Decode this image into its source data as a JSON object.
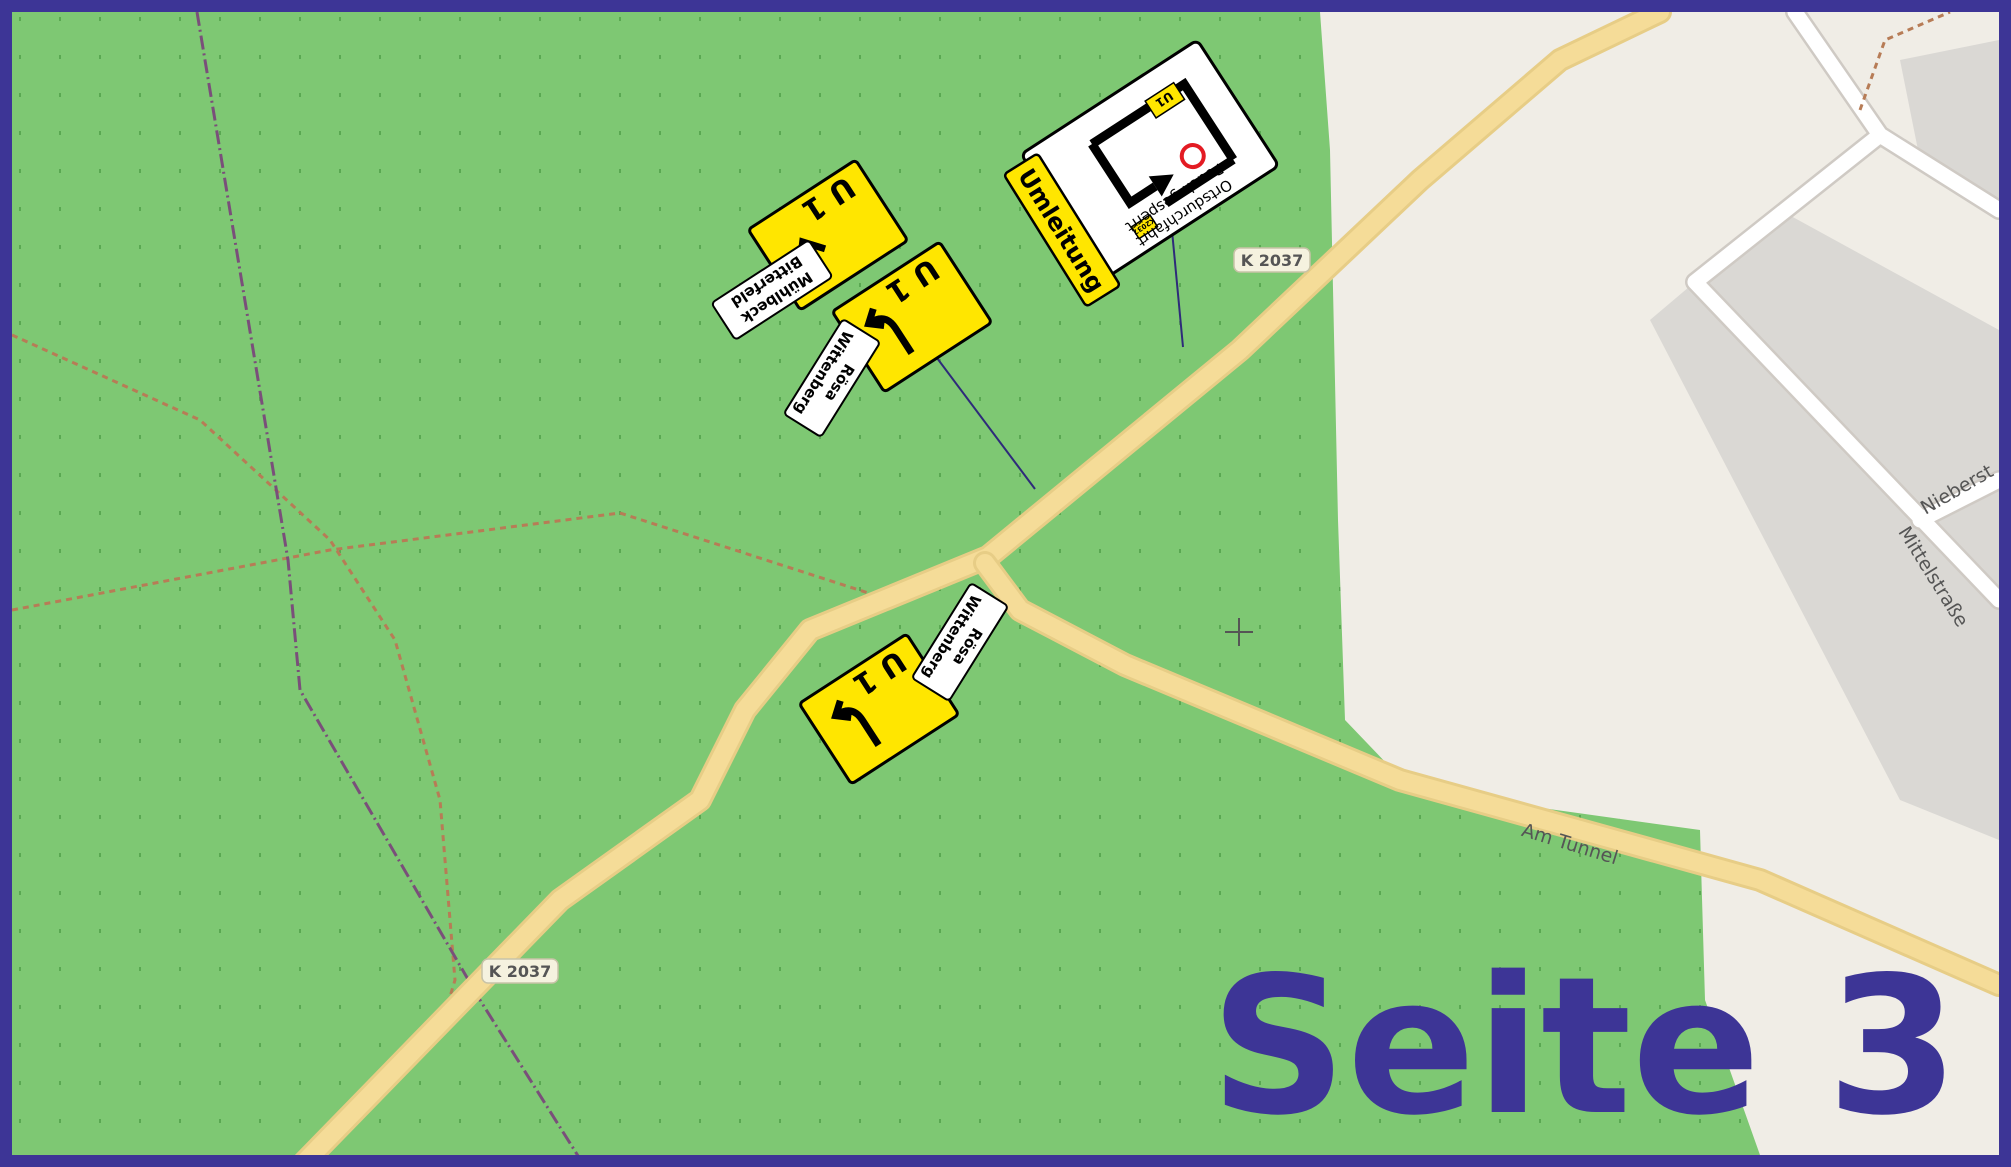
{
  "map": {
    "page_label": "Seite 3",
    "colors": {
      "frame": "#3d3596",
      "forest": "#7ec873",
      "settlement": "#f0ede6",
      "building": "#dad8d4",
      "road_minor": "#f5dc98",
      "road_residential": "#ffffff",
      "path_dashed": "#b77c56",
      "power_line": "#7a4f7a",
      "sign_yellow": "#ffe600",
      "pointer_line": "#2e2b7a",
      "no_entry_red": "#e31b23"
    },
    "roads": {
      "k2037_top": "K 2037",
      "k2037_bottom": "K 2037",
      "am_tunnel": "Am Tunnel",
      "mittelstrasse": "Mittelstraße",
      "nieberst": "Nieberst"
    },
    "signs": {
      "sign_left": {
        "route": "U 1",
        "destination_1": "Mühlbeck",
        "destination_2": "Bitterfeld"
      },
      "sign_middle": {
        "route": "U 1",
        "destination_1": "Rösa",
        "destination_2": "Wittenberg"
      },
      "sign_bottom": {
        "route": "U 1",
        "destination_1": "Rösa",
        "destination_2": "Wittenberg"
      },
      "closure_sign": {
        "badge_u1": "U1",
        "badge_road": "K2037",
        "line_1": "Ortsdurchfahrt",
        "line_2": "Pouch gesperrt",
        "banner": "Umleitung"
      }
    }
  }
}
